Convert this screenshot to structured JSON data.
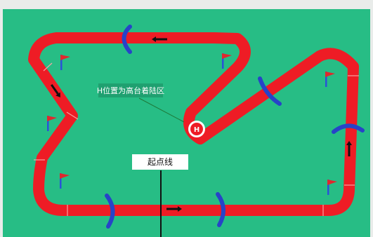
{
  "labels": {
    "landing_note": "H位置为高台着陆区",
    "start_line": "起点线",
    "landing_marker": "H"
  },
  "colors": {
    "field": "#27bd85",
    "track": "#ee1c25",
    "lane_mark": "#f7a3a3",
    "arch": "#2743c8",
    "arrow": "#111111",
    "flag": "#e0282d",
    "pole": "#2a52d8"
  },
  "icons": {
    "direction": "arrow-icon",
    "gate": "arch-gate-icon",
    "flag": "flag-icon",
    "landing": "helipad-icon"
  }
}
